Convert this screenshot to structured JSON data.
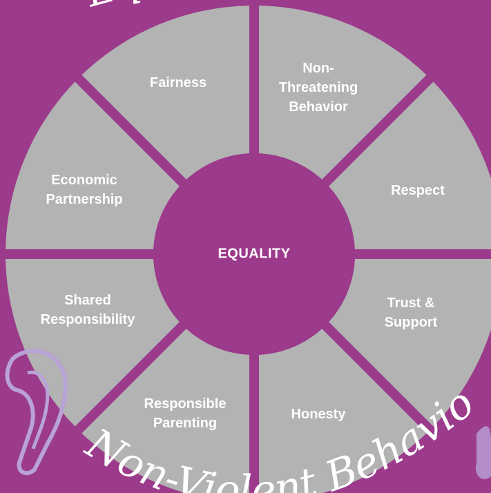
{
  "colors": {
    "background": "#9c3a8c",
    "segment": "#b3b3b3",
    "hub": "#9c3a8c",
    "label": "#ffffff",
    "decoration": "#b9a3d6"
  },
  "wheel": {
    "center_label": "EQUALITY",
    "segments": [
      {
        "label": "Non-\nThreatening\nBehavior"
      },
      {
        "label": "Respect"
      },
      {
        "label": "Trust &\nSupport"
      },
      {
        "label": "Honesty"
      },
      {
        "label": "Responsible\nParenting"
      },
      {
        "label": "Shared\nResponsibility"
      },
      {
        "label": "Economic\nPartnership"
      },
      {
        "label": "Fairness"
      }
    ]
  },
  "rim": {
    "bottom_text": "Non-Violent Behavior",
    "top_text": "Equality Wheel"
  }
}
